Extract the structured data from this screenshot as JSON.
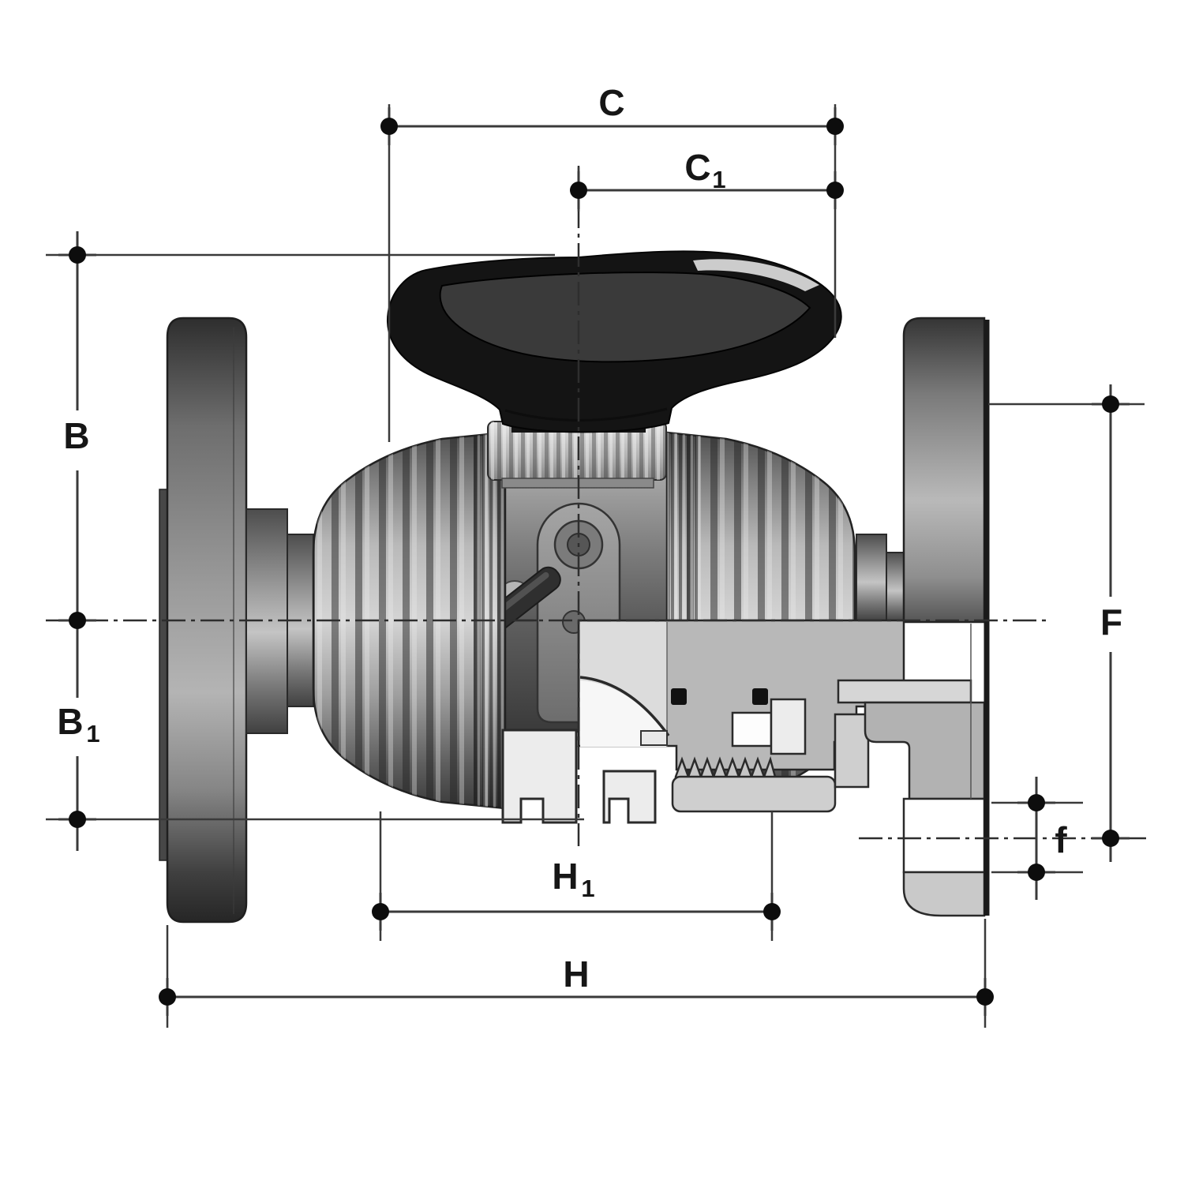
{
  "drawing": {
    "type": "technical-dimension-drawing",
    "subject": "double-union ball valve with flanged ends, right half in cross-section",
    "dimensions": {
      "c": {
        "label": "C",
        "sub": ""
      },
      "c1": {
        "label": "C",
        "sub": "1"
      },
      "b": {
        "label": "B",
        "sub": ""
      },
      "b1": {
        "label": "B",
        "sub": "1"
      },
      "f_major": {
        "label": "F",
        "sub": ""
      },
      "f_minor": {
        "label": "f",
        "sub": ""
      },
      "h1": {
        "label": "H",
        "sub": "1"
      },
      "h": {
        "label": "H",
        "sub": ""
      }
    },
    "colors": {
      "line": "#3a3a3a",
      "label": "#161616",
      "dot": "#0d0d0d",
      "background": "#ffffff",
      "section_light": "#cfcfcf",
      "section_mid": "#b8b8b8",
      "handle_black": "#141414"
    }
  }
}
